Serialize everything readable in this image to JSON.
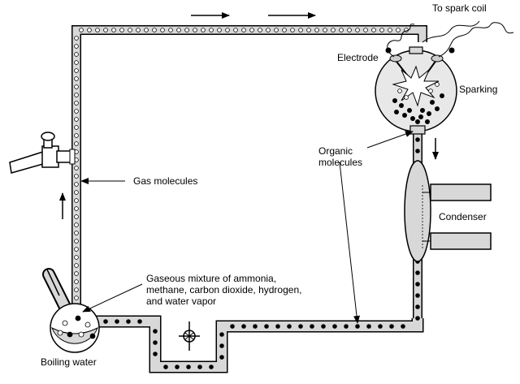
{
  "labels": {
    "spark_coil": "To spark coil",
    "electrode": "Electrode",
    "sparking": "Sparking",
    "organic_line1": "Organic",
    "organic_line2": "molecules",
    "condenser": "Condenser",
    "gas_molecules": "Gas molecules",
    "mixture_line1": "Gaseous mixture of ammonia,",
    "mixture_line2": "methane, carbon dioxide, hydrogen,",
    "mixture_line3": "and water vapor",
    "boiling_water": "Boiling water"
  },
  "icons": {
    "flow_arrow": "arrow-right-icon",
    "flask": "round-flask-icon",
    "spark": "spark-burst-icon",
    "valve": "stopcock-valve-icon",
    "condenser": "condenser-jacket-icon"
  },
  "colors": {
    "tube_fill": "#d8d8d8",
    "outline": "#000000",
    "gas_dot": "#ffffff",
    "organic_dot": "#000000",
    "background": "#ffffff"
  }
}
